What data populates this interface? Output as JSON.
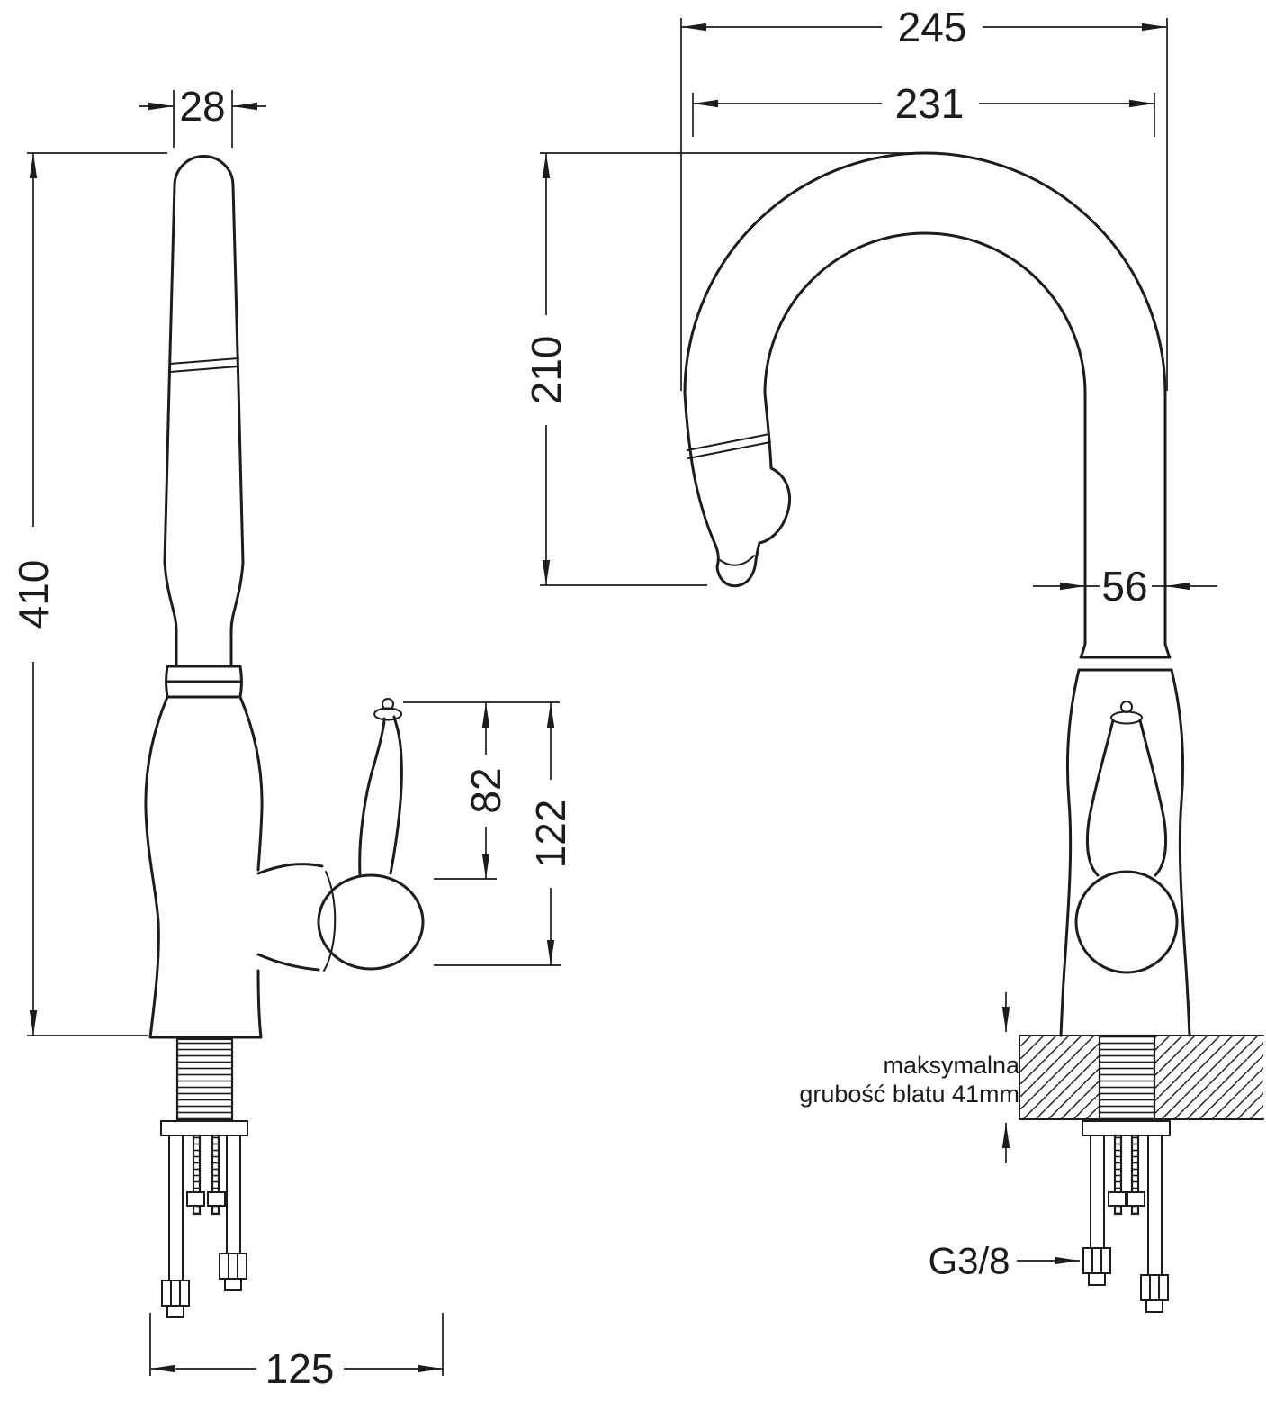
{
  "drawing": {
    "background": "#ffffff",
    "ink": "#1c1c1c",
    "subject": "kitchen faucet with pull-out spray - dimensioned technical drawing, two views",
    "dimensions": {
      "spout_tip_width": "28",
      "total_height": "410",
      "overall_reach": "245",
      "spout_reach": "231",
      "spout_drop": "210",
      "body_width": "56",
      "handle_height": "82",
      "handle_total_height": "122",
      "base_span": "125",
      "connection_thread": "G3/8"
    },
    "notes": {
      "max_counter_line1": "maksymalna",
      "max_counter_line2": "grubość blatu 41mm"
    }
  }
}
